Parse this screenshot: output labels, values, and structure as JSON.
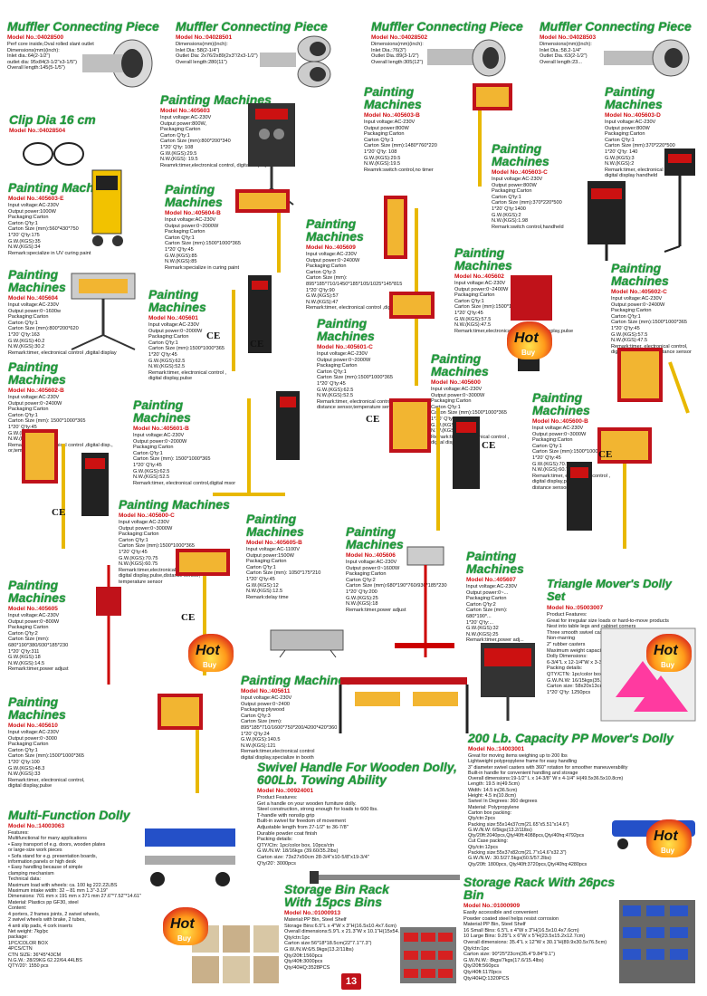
{
  "page_number": "13",
  "badge_hot": "Hot",
  "badge_buy": "Buy",
  "badge_ce": "CE",
  "products": [
    {
      "id": "p1",
      "title": "Muffler Connecting Piece",
      "model": "Model No.:04028500",
      "specs": [
        "Perf core inside,Oval rolled slant outlet",
        "Dimensions(mm)(inch):",
        "Inlet dia.:64(2-1/2\")",
        "outlet dia: 95x84(3-1/2\"x3-1/5\")",
        "Overall length:145(5-1/5\")"
      ]
    },
    {
      "id": "p2",
      "title": "Muffler Connecting Piece",
      "model": "Model No.:04028501",
      "specs": [
        "Dimensions(mm)(inch):",
        "Inlet Dia: 58(2-1/4\")",
        "Outlet Dia: 2x76/2x89(2x3\"/2x3-1/2\")",
        "Overall length:280(11\")"
      ]
    },
    {
      "id": "p3",
      "title": "Muffler Connecting Piece",
      "model": "Model No.:04028502",
      "specs": [
        "Dimensions(mm)(inch):",
        "Inlet Dia.:76(3\")",
        "Outlet Dia.:89(3-1/2\")",
        "Overall length:305(12\")"
      ]
    },
    {
      "id": "p4",
      "title": "Muffler Connecting Piece",
      "model": "Model No.:04028503",
      "specs": [
        "Dimensions(mm)(inch):",
        "Inlet Dia.:58.2-1/4\"",
        "Outlet Dia.:63(2-1/2\")",
        "Overall length:23..."
      ]
    },
    {
      "id": "p5",
      "title": "Clip Dia 16 cm",
      "model": "Model No.:04028504",
      "specs": []
    },
    {
      "id": "p6",
      "title": "Painting Machines",
      "model": "Model No.:405603",
      "specs": [
        "Input voltage:AC-230V",
        "Output power:800W,",
        "Packaging:Carton",
        "Carton Q'ty:1",
        "Carton Size (mm):800*200*340",
        "1*20' Q'ty: 108",
        "G.W.(KGS):29.5",
        "N.W.(KGS): 19.5",
        "Reamrk:timer,electronical control, digital display"
      ]
    },
    {
      "id": "p7",
      "title": "Painting\nMachines",
      "model": "Model No.:405603-B",
      "specs": [
        "Input voltage:AC-230V",
        "Output power:800W",
        "Packaging:Carton",
        "Carton Q'ty:1",
        "Carton Size (mm):1480*760*220",
        "1*20' Q'ty: 108",
        "G.W.(KGS):29.5",
        "N.W.(KGS):19.5",
        "Reamrk:switch control,no timer"
      ]
    },
    {
      "id": "p8",
      "title": "Painting\nMachines",
      "model": "Model No.:405603-D",
      "specs": [
        "Input voltage:AC-230V",
        "Output power:800W",
        "Packaging:Carton",
        "Carton Q'ty:1",
        "Carton Size (mm):370*220*500",
        "1*20' Q'ty: 140",
        "G.W.(KGS):3",
        "N.W.(KGS):2",
        "Remark:timer, electronical control ,",
        "digital display handheld"
      ]
    },
    {
      "id": "p9",
      "title": "Painting\nMachines",
      "model": "Model No.:405603-C",
      "specs": [
        "Input voltage:AC-230V",
        "Output power:800W",
        "Packaging:Carton",
        "Carton Q'ty:1",
        "Carton Size (mm):370*220*500",
        "1*20' Q'ty:1400",
        "G.W.(KGS):2",
        "N.W.(KGS):1.98",
        "Remark:switch control,handheld"
      ]
    },
    {
      "id": "p10",
      "title": "Painting Machines",
      "model": "Model No.:405603-E",
      "specs": [
        "Input voltage:AC-230V",
        "Output power:1000W",
        "Packaging:Carton",
        "Carton Q'ty:1",
        "Carton Size (mm):560*430*750",
        "1*20' Q'ty:175",
        "G.W.(KGS):35",
        "N.W.(KGS):34",
        "Remark:specialize in UV curing paint"
      ]
    },
    {
      "id": "p11",
      "title": "Painting\nMachines",
      "model": "Model No.:405604-B",
      "specs": [
        "Input voltage:AC-230V",
        "Output power:0~2000W",
        "Packaging:Carton",
        "Carton Q'ty:1",
        "Carton Size (mm):1500*1000*365",
        "1*20' Q'ty:45",
        "G.W.(KGS):85",
        "N.W.(KGS):85",
        "Remark:specialize in curing paint"
      ]
    },
    {
      "id": "p12",
      "title": "Painting\nMachines",
      "model": "Model No.:405609",
      "specs": [
        "Input voltage:AC-230V",
        "Output power:0~2400W",
        "Packaging:Carton",
        "Carton Q'ty:3",
        "Carton Size (mm):",
        "895*185*710/1450*185*105/1025*145*815",
        "1*20' Q'ty:90",
        "G.W.(KGS):57",
        "N.W.(KGS):47",
        "Remark:timer, electronical control ,digital display"
      ]
    },
    {
      "id": "p13",
      "title": "Painting\nMachines",
      "model": "Model No.:405602",
      "specs": [
        "Input voltage:AC-230V",
        "Output power:0~2400W",
        "Packaging:Carton",
        "Carton Q'ty:1",
        "Carton Size (mm):1500*1000*365",
        "1*20' Q'ty:45",
        "G.W.(KGS):57.5",
        "N.W.(KGS):47.5",
        "Remark:timer,electronical control,digital display,pulse"
      ]
    },
    {
      "id": "p14",
      "title": "Painting\nMachines",
      "model": "Model No.:405602-C",
      "specs": [
        "Input voltage:AC-230V",
        "Output power:0~2400W",
        "Packaging:Carton",
        "Carton Q'ty:1",
        "Carton Size (mm):1500*1000*365",
        "1*20' Q'ty:45",
        "G.W.(KGS):57.5",
        "N.W.(KGS):47.5",
        "Remark:timer, electronical control,",
        "digital display,pulse,distance sensor"
      ]
    },
    {
      "id": "p15",
      "title": "Painting\nMachines",
      "model": "Model No.:405604",
      "specs": [
        "Input voltage:AC-230V",
        "Output power:0~1600w",
        "Packaging:Carton",
        "Carton Q'ty:1",
        "Carton Size (mm):800*200*620",
        "1*20' Q'ty:163",
        "G.W.(KGS):40.2",
        "N.W.(KGS):30.2",
        "Remark:timer, electronical control ,digital display"
      ]
    },
    {
      "id": "p16",
      "title": "Painting\nMachines",
      "model": "Model No.:405601",
      "specs": [
        "Input voltage:AC-230V",
        "Output power:0~2000W",
        "Packaging:Carton",
        "Carton Q'ty:1",
        "Carton Size (mm):1500*1000*365",
        "1*20' Q'ty:45",
        "G.W.(KGS):62.5",
        "N.W.(KGS):52.5",
        "Remark:timer, electronical control ,",
        "digital display,pulse"
      ]
    },
    {
      "id": "p17",
      "title": "Painting\nMachines",
      "model": "Model No.:405601-C",
      "specs": [
        "Input voltage:AC-230V",
        "Output power:0~2000W",
        "Packaging:Carton",
        "Carton Q'ty:1",
        "Carton Size (mm):1500*1000*365",
        "1*20' Q'ty:45",
        "G.W.(KGS):62.5",
        "N.W.(KGS):52.5",
        "Remark:timer, electronical control ,digital",
        "distance sensor,temperature sensor"
      ]
    },
    {
      "id": "p18",
      "title": "Painting\nMachines",
      "model": "Model No.:405600",
      "specs": [
        "Input voltage:AC-230V",
        "Output power:0~3000W",
        "Packaging:Carton",
        "Carton Q'ty:1",
        "Carton Size (mm):1500*1000*365",
        "1*20' Q'ty:45",
        "G.W.(KGS):70.75",
        "N.W.(KGS):60.75",
        "Remark:timer, electronical control ,",
        "digital display,pulse"
      ]
    },
    {
      "id": "p19",
      "title": "Painting\nMachines",
      "model": "Model No.:405602-B",
      "specs": [
        "Input voltage:AC-230V",
        "Output power:0~2400W",
        "Packaging:Carton",
        "Carton Q'ty:1",
        "Carton Size (mm): 1500*1000*365",
        "1*20' Q'ty:45",
        "G.W.(KGS):58.5",
        "N.W.(KGS):48.5",
        "Remark:timer, electronical control ,digital disp.,",
        "or,temperature sensor"
      ]
    },
    {
      "id": "p20",
      "title": "Painting\nMachines",
      "model": "Model No.:405601-B",
      "specs": [
        "Input voltage:AC-230V",
        "Output power:0~2000W",
        "Packaging:Carton",
        "Carton Q'ty:1",
        "Carton Size (mm): 1500*1000*365",
        "1*20' Q'ty:45",
        "G.W.(KGS):62.5",
        "N.W.(KGS):52.5",
        "Remark:timer, electronical control,digital msor"
      ]
    },
    {
      "id": "p21",
      "title": "Painting\nMachines",
      "model": "Model No.:405600-B",
      "specs": [
        "Input voltage:AC-230V",
        "Output power:0~3000W",
        "Packaging:Carton",
        "Carton Q'ty:1",
        "Carton Size (mm):1500*1000*365",
        "1*20' Q'ty:45",
        "G.W.(KGS):70.75",
        "N.W.(KGS):60.75",
        "Remark:timer, electronical control ,",
        "digital display,pulse,",
        "distance sensor"
      ]
    },
    {
      "id": "p22",
      "title": "Painting Machines",
      "model": "Model No.:405600-C",
      "specs": [
        "Input voltage:AC-230V",
        "Output power:0~3000W",
        "Packaging:Carton",
        "Carton Q'ty:1",
        "Carton Size (mm):1500*1000*365",
        "1*20' Q'ty:45",
        "G.W.(KGS):70.75",
        "N.W.(KGS):60.75",
        "Remark:timer,electronical control ,",
        "digital display,pulse,distance sensor,",
        "temperature sensor"
      ]
    },
    {
      "id": "p23",
      "title": "Painting\nMachines",
      "model": "Model No.:405605-B",
      "specs": [
        "Input voltage:AC-1100V",
        "Output power:1500W",
        "Packaging:Carton",
        "Carton Q'ty:1",
        "Carton Size (mm): 1050*175*210",
        "1*20' Q'ty:45",
        "G.W.(KGS):12",
        "N.W.(KGS):12.5",
        "Remark:delay time"
      ]
    },
    {
      "id": "p24",
      "title": "Painting\nMachines",
      "model": "Model No.:405606",
      "specs": [
        "Input voltage:AC-230V",
        "Output power:0~1600W",
        "Packaging:Carton",
        "Carton Q'ty:2",
        "Carton Size (mm):680*190*760/930*185*230",
        "1*20' Q'ty:200",
        "G.W.(KGS):25",
        "N.W.(KGS):18",
        "Remark:timer,power adjust"
      ]
    },
    {
      "id": "p25",
      "title": "Painting\nMachines",
      "model": "Model No.:405607",
      "specs": [
        "Input voltage:AC-230V",
        "Output power:0~...",
        "Packaging:Carton",
        "Carton Q'ty:2",
        "Carton Size (mm):",
        "680*190*...",
        "1*20' Q'ty:...",
        "G.W.(KGS):32",
        "N.W.(KGS):25",
        "Remark:timer,power adj..."
      ]
    },
    {
      "id": "p26",
      "title": "Painting\nMachines",
      "model": "Model No.:405605",
      "specs": [
        "Input voltage:AC-230V",
        "Output power:0~800W",
        "Packaging Carton",
        "Carton Q'ty:2",
        "Carton Size (mm):",
        "680*190*380/930*185*230",
        "1*20' Q'ty:311",
        "G.W.(KGS):18",
        "N.W.(KGS):14.5",
        "Remark:timer,power adjust"
      ]
    },
    {
      "id": "p27",
      "title": "Triangle Mover's Dolly\nSet",
      "model": "Model No.:05003007",
      "specs": [
        "Product Features:",
        "Great for irregular size loads or hard-to-move products",
        "Nest into table legs and cabinet corners",
        "Three smooth swivel casters per corner, 360 swivel",
        "Non-marring",
        "2\" rubber casters",
        "Maximum weight capacity: 360 lbs",
        "Dolly Dimensions:",
        "6-3/4\"L x 12-1/4\"W x 3-3/4\"H",
        "Packing details:",
        "QTY/CTN: 1pc/color box,",
        "G.W./N.W: 16/15kgs(35.2/33lbs)",
        "Carton size: 58x20x13cm...",
        "1*20' Q'ty: 1250pcs"
      ]
    },
    {
      "id": "p28",
      "title": "Painting\nMachines",
      "model": "Model No.:405610",
      "specs": [
        "Input voltage:AC-230V",
        "Output power:0~3000",
        "Packaging:Carton",
        "Carton Q'ty:1",
        "Carton Size (mm):1500*1000*365",
        "1*20' Q'ty:100",
        "G.W.(KGS):48.3",
        "N.W.(KGS):33",
        "Remark:timer, electronical control,",
        "digital display,pulse"
      ]
    },
    {
      "id": "p29",
      "title": "Painting Machines",
      "model": "Model No.:405611",
      "specs": [
        "Input voltage:AC-230V",
        "Output power:0~2400",
        "Packaging:plywood",
        "Carton Q'ty:3",
        "Carton Size (mm):",
        "895*185*710/1600*750*200/4200*420*360",
        "1*20' Q'ty:24",
        "G.W.(KGS):140.5",
        "N.W.(KGS):121",
        "Remark:timer,electronical control",
        "digital display,specialize in booth"
      ]
    },
    {
      "id": "p30",
      "title": "200 Lb. Capacity PP Mover's Dolly",
      "model": "Model No.:14003001",
      "specs": [
        "Great for moving items weighing up to 200 lbs",
        "Lightweight polypropylene frame for easy handling",
        "3\" diameter swivel casters with 360\" rotation for smoother maneuverability",
        "Built-in handle for convenient handling and storage",
        "Overall dimensions:19-1/2\" L x 14-3/8\" W x 4-1/4\" H(49.5x36.5x10.8cm)",
        "Length: 19.5 in(49.5cm)",
        "Width: 14.5 in(36.5cm)",
        "Height: 4.5 in(10.8cm)",
        "Swivel In Degrees: 360 degrees",
        "Material: Polypropylene",
        "Carton box packing:",
        "Qty/ctn:2pcs",
        "Packing size:55x14x37cm(21.65\"x5.51\"x14.6\")",
        "G.W./N.W: 6/5kgs(13.2/11lbs)",
        "Qty/20ft:2040pcs,Qty/40ft:4088pcs,Qty/40hq:4792pcs",
        "Cut Case packing:",
        "Qty/ctn:12pcs",
        "Packing size:55x37x82cm(21.7\"x14.6\"x32.3\")",
        "G.W./N.W.: 30.5/27.5kgs(60.5/57.2lbs)",
        "Qty/20ft: 1800pcs, Qty/40ft:3720pcs,Qty/40hq:4280pcs"
      ]
    },
    {
      "id": "p31",
      "title": "Swivel Handle For Wooden Dolly,\n600Lb. Towing Ability",
      "model": "Model No.:00924001",
      "specs": [
        "Product Features:",
        "Get a handle on your wooden furniture dolly.",
        "Steel construction, strong enough for loads to 600 lbs.",
        "T-handle with nonslip grip",
        "Built-in swivel for freedom of movement",
        "Adjustable length from 27-1/2\" to 36-7/8\"",
        "Durable powder coat finish",
        "Packing details:",
        "QTY/Ctn: 1pc/color box, 10pcs/ctn",
        "G.W./N.W: 18/16kgs (39.60/35.2lbs)",
        "Carton size: 73x27x50cm 28-3/4\"x10-5/8\"x19-3/4\"",
        "Q'ty/20': 3000pcs"
      ]
    },
    {
      "id": "p32",
      "title": "Multi-Function Dolly",
      "model": "Model No.:14003063",
      "specs": [
        "Features:",
        "Multifunctional for many applications",
        "• Easy transport of e.g. doors, wooden plates",
        "or large-size work pieces",
        "• Sofa stand for e.g. presentation boards,",
        "information panels or high desk",
        "• Easy handling because of simple",
        "clamping mechanism",
        "Technical data:",
        "Maximum load with wheels: ca. 100 kg   222.22LBS",
        "Maximum intake width: 32 – 81 mm  1.3\"-3.19\"",
        "Dimensions: 701 mm x 191 mm x 371 mm  27.6\"*7.52\"*14.61\"",
        "Material: Plastics pp GF30, steel",
        "Content:",
        "4 porters, 2 frames joints, 2 swivel wheels,",
        "2 swivel wheels with brake, 2 tubes,",
        "4 anti slip pads, 4 cork inserts",
        "Net weight: 7kg/pc",
        "package:",
        "1PC/COLOR BOX",
        "4PCS/CTN",
        "CTN SIZE: 36*45*43CM",
        "N.G.W.: 28/29KG    62.22/64.44LBS",
        "QTY/20': 1550 pcs"
      ]
    },
    {
      "id": "p33",
      "title": "Storage Bin Rack\nWith 15pcs Bins",
      "model": "Model No.:01000913",
      "specs": [
        "Material:PP Bin, Steel Shelf",
        "Storage Bins:6.5\"L x 4\"W x 3\"H(16.5x10.4x7.6cm)",
        "Overall dimensions:5.9\"L x 21.3\"W x 10.1\"H(15x54.1x25.7cm)",
        "Qty/ctn:1pc",
        "Carton size:56*18*18.5cm(22\"7.1\"7.3\")",
        "G.W./N.W:6/5.9kgs(13.2/11lbs)",
        "Qty/20ft:1560pcs",
        "Qty/40ft:3000pcs",
        "Qty/40HQ:3528PCS"
      ]
    },
    {
      "id": "p34",
      "title": "Storage Rack With 26pcs Bin",
      "model": "Model No.:01000909",
      "specs": [
        "Easily accessible and convenient",
        "Powder coated steel helps resist corrosion",
        "Material:PP Bin, Steel Shelf",
        "16 Small Bins: 6.5\"L x 4\"W x 3\"H(16.5x10.4x7.6cm)",
        "10 Large Bins: 9.25\"L x 6\"W x 5\"H(23.5x15.2x12.7cm)",
        "Overall dimensions: 35.4\"L x 12\"W x 30.1\"H(89.9x30.5x76.5cm)",
        "Qty/ctn:1pc",
        "Carton size: 90*25*23cm(35.4\"9.84\"9.1\")",
        "G.W./N.W.: 8kgs/7kgs(17.6/15.4lbs)",
        "Qty/20ft:560pcs",
        "Qty/40ft:1170pcs",
        "Qty/40HQ:1320PCS"
      ]
    }
  ]
}
